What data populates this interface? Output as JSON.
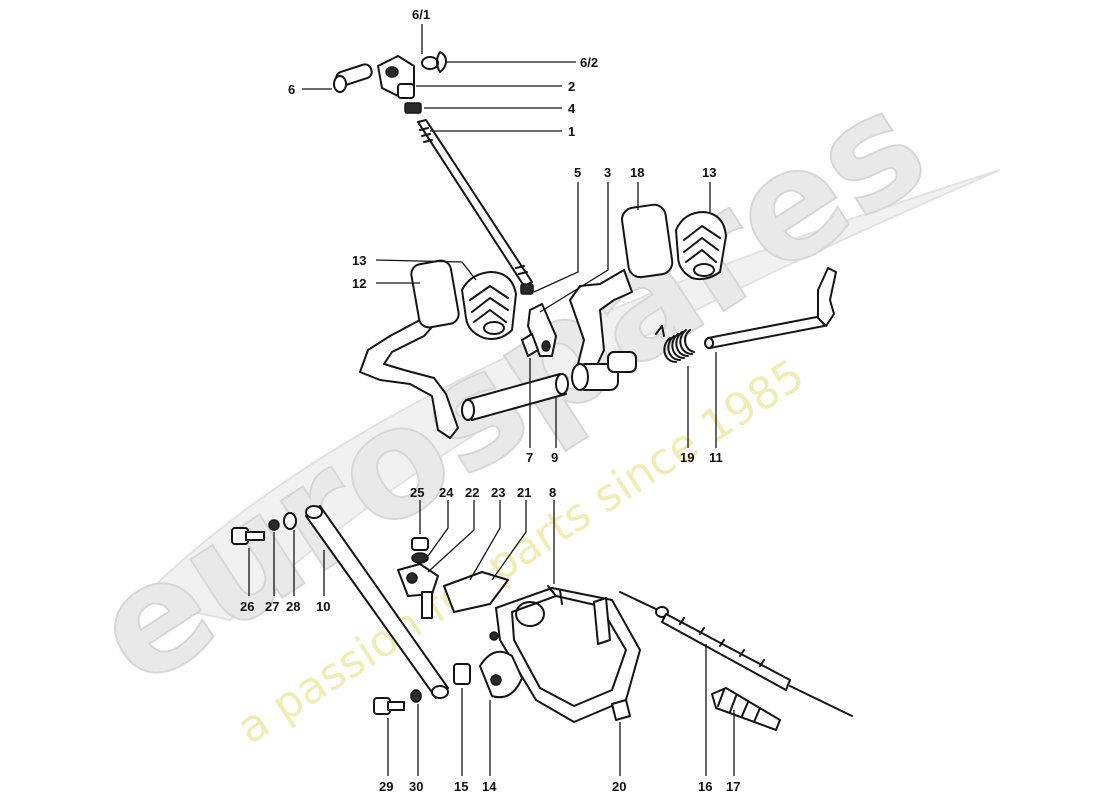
{
  "watermark": {
    "brand": "eurospares",
    "tagline": "a passion for parts since 1985",
    "colors": {
      "brand": "#e6e6e6",
      "tagline": "#eee8a0"
    }
  },
  "callouts": {
    "n1": "1",
    "n2": "2",
    "n3": "3",
    "n4": "4",
    "n5": "5",
    "n6": "6",
    "n6_1": "6/1",
    "n6_2": "6/2",
    "n7": "7",
    "n8": "8",
    "n9": "9",
    "n10": "10",
    "n11": "11",
    "n12": "12",
    "n13a": "13",
    "n13b": "13",
    "n14": "14",
    "n15": "15",
    "n16": "16",
    "n17": "17",
    "n18": "18",
    "n19": "19",
    "n20": "20",
    "n21": "21",
    "n22": "22",
    "n23": "23",
    "n24": "24",
    "n25": "25",
    "n26": "26",
    "n27": "27",
    "n28": "28",
    "n29": "29",
    "n30": "30"
  }
}
